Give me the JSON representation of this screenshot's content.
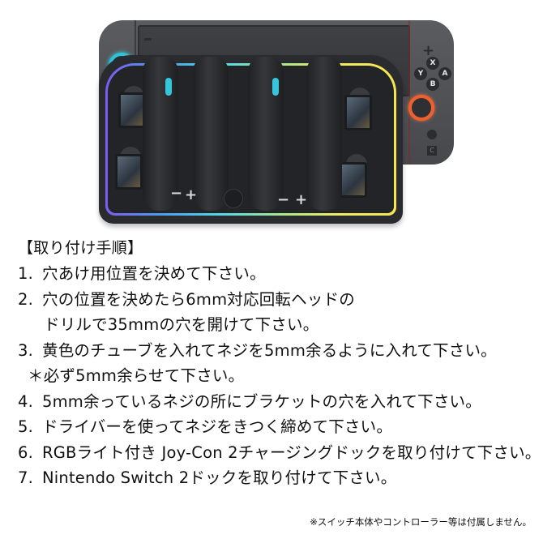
{
  "product_image": {
    "alt": "RGB-lit Joy-Con 2 charging dock attached to Nintendo Switch 2 console",
    "console_buttons": {
      "x": "X",
      "y": "Y",
      "a": "A",
      "b": "B",
      "capture": "C",
      "plus": "+"
    },
    "dock_signs": [
      "−",
      "+",
      "−",
      "+"
    ],
    "colors": {
      "left_stick_ring": "#2fc3d6",
      "right_stick_ring": "#f0602e",
      "rgb_gradient_start": "#7c5cf0",
      "rgb_gradient_mid": "#55d8e8",
      "rgb_gradient_end": "#f6e650",
      "body": "#2a2b2e"
    }
  },
  "instructions": {
    "heading": "【取り付け手順】",
    "steps": [
      {
        "num": "1.",
        "text": "穴あけ用位置を決めて下さい。"
      },
      {
        "num": "2.",
        "text": "穴の位置を決めたら6mm対応回転ヘッドの",
        "continuation": "ドリルで35mmの穴を開けて下さい。"
      },
      {
        "num": "3.",
        "text": "黄色のチューブを入れてネジを5mm余るように入れて下さい。",
        "note": "＊必ず5mm余らせて下さい。"
      },
      {
        "num": "4.",
        "text": "5mm余っているネジの所にブラケットの穴を入れて下さい。"
      },
      {
        "num": "5.",
        "text": "ドライバーを使ってネジをきつく締めて下さい。"
      },
      {
        "num": "6.",
        "text": "RGBライト付き Joy-Con 2チャージングドックを取り付けて下さい。"
      },
      {
        "num": "7.",
        "text": "Nintendo Switch 2ドックを取り付けて下さい。"
      }
    ]
  },
  "footnote": "※スイッチ本体やコントローラー等は付属しません。"
}
